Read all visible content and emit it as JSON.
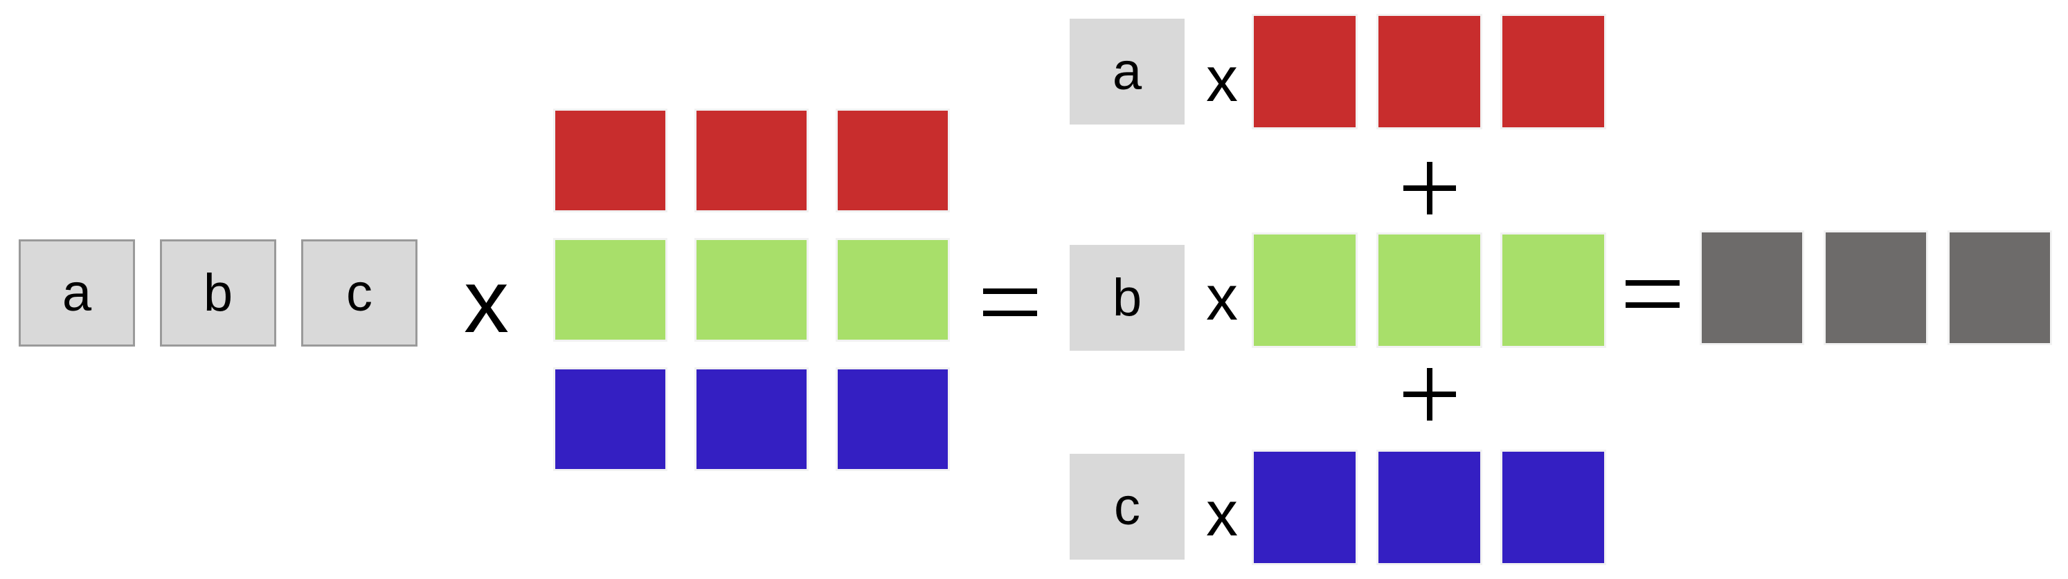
{
  "vector": [
    "a",
    "b",
    "c"
  ],
  "operators": {
    "times": "x",
    "equals": "=",
    "plus": "+"
  },
  "matrix_rows": [
    {
      "label": "a",
      "color": "#c82d2d"
    },
    {
      "label": "b",
      "color": "#a8df6a"
    },
    {
      "label": "c",
      "color": "#341fc2"
    }
  ],
  "result_color": "#6d6b6a",
  "row_length": 3
}
